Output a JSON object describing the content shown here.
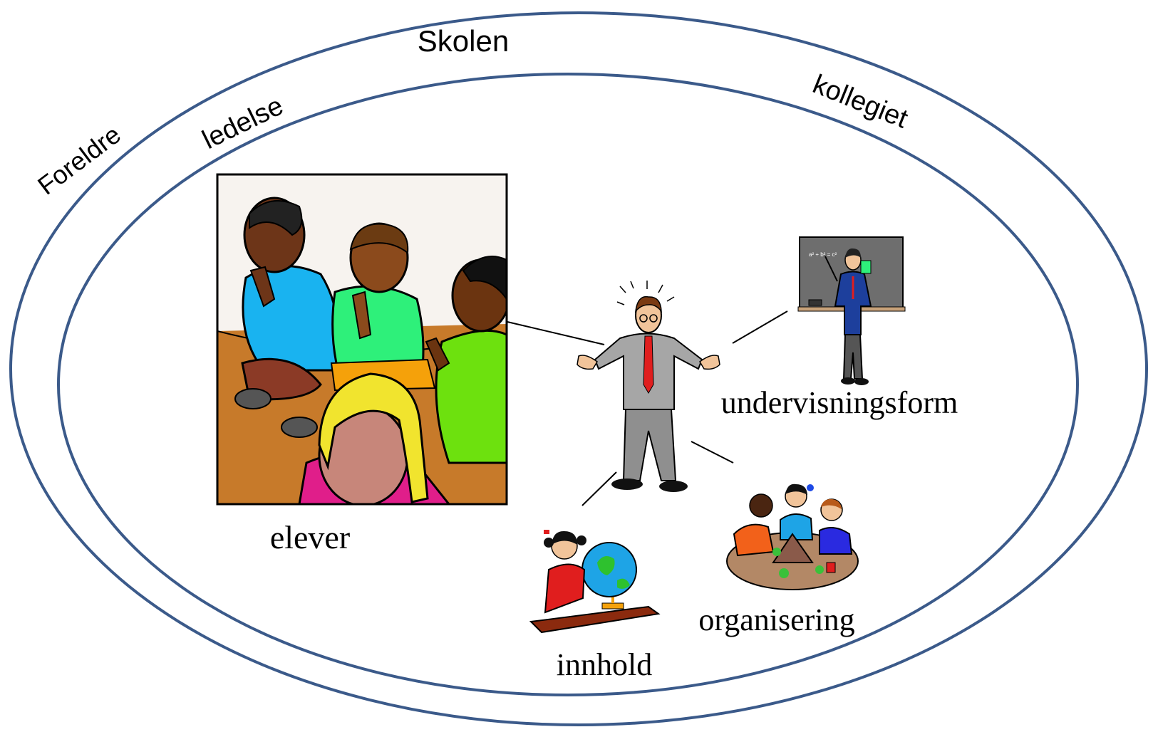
{
  "outer_labels": {
    "school": "Skolen",
    "parents": "Foreldre",
    "management": "ledelse",
    "colleagues": "kollegiet"
  },
  "inner_labels": {
    "students": "elever",
    "teaching_form": "undervisningsform",
    "organization": "organisering",
    "content": "innhold"
  },
  "chalkboard_text": "a² + b² = c²",
  "colors": {
    "ring": "#3b5a8a"
  }
}
